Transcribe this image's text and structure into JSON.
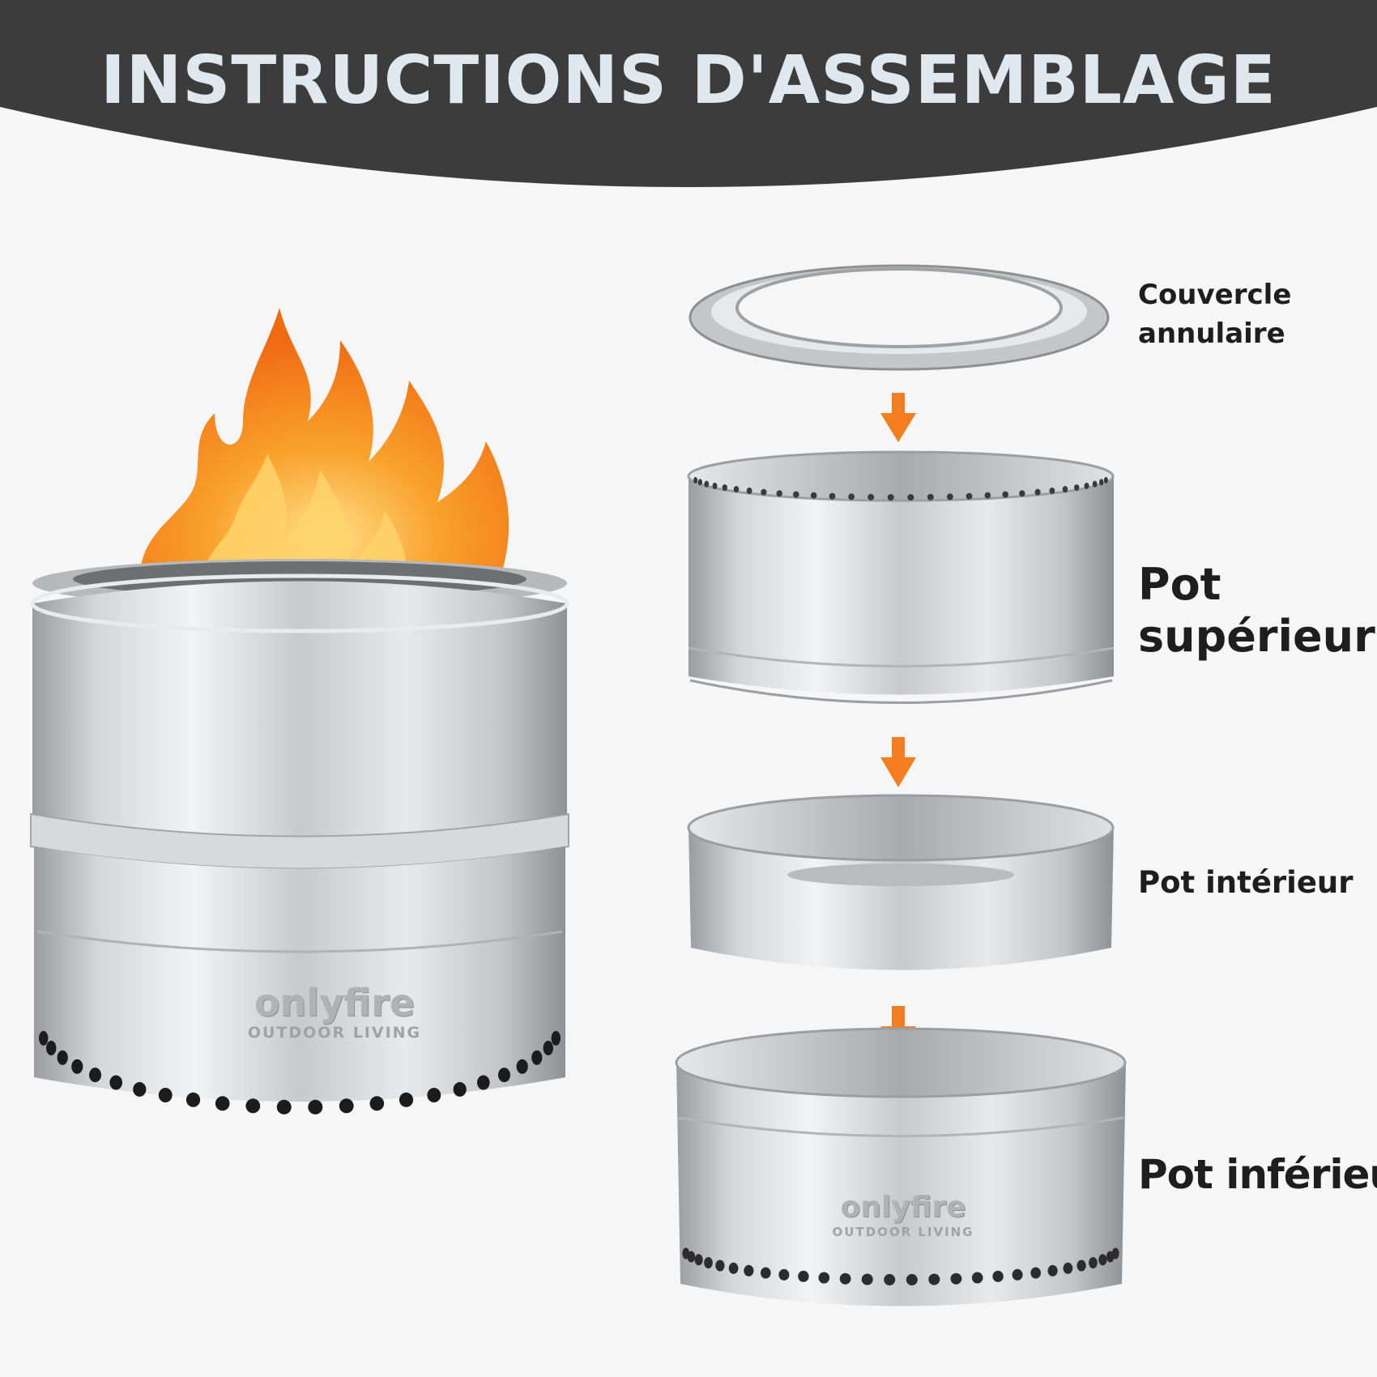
{
  "title": "INSTRUCTIONS D'ASSEMBLAGE",
  "parts": {
    "ring_lid_line1": "Couvercle",
    "ring_lid_line2": "annulaire",
    "upper_pot_line1": "Pot",
    "upper_pot_line2": "supérieur",
    "inner_pot": "Pot intérieur",
    "lower_pot": "Pot inférieur"
  },
  "brand": {
    "name": "onlyfire",
    "tagline": "OUTDOOR LIVING"
  },
  "colors": {
    "banner": "#3c3c3c",
    "title_text": "#dfe7ef",
    "arrow": "#f47d20",
    "steel": "#c9cbcd",
    "flame": "#f7941d"
  },
  "icons": [
    "down-arrow-icon",
    "flame-icon"
  ]
}
